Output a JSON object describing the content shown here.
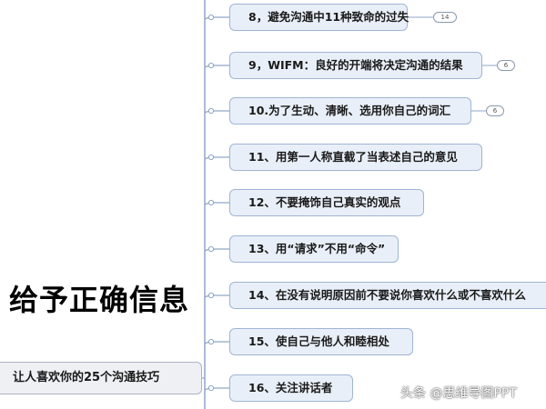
{
  "mindmap": {
    "nodes": [
      {
        "text": "8，避免沟通中11种致命的过失",
        "badge": "14"
      },
      {
        "text": "9，WIFM：良好的开端将决定沟通的结果",
        "badge": "6"
      },
      {
        "text": "10.为了生动、清晰、选用你自己的词汇",
        "badge": "6"
      },
      {
        "text": "11、用第一人称直截了当表述自己的意见",
        "badge": ""
      },
      {
        "text": "12、不要掩饰自己真实的观点",
        "badge": ""
      },
      {
        "text": "13、用“请求”不用“命令”",
        "badge": ""
      },
      {
        "text": "14、在没有说明原因前不要说你喜欢什么或不喜欢什么",
        "badge": ""
      },
      {
        "text": "15、使自己与他人和睦相处",
        "badge": ""
      },
      {
        "text": "16、关注讲话者",
        "badge": ""
      }
    ],
    "section_title": "给予正确信息",
    "root_label": "让人喜欢你的25个沟通技巧"
  },
  "watermark": "头条 @思维导图PPT",
  "colors": {
    "node_fill": "#e9eff8",
    "node_border": "#9fb4d3",
    "connector": "#8fa6c8"
  }
}
